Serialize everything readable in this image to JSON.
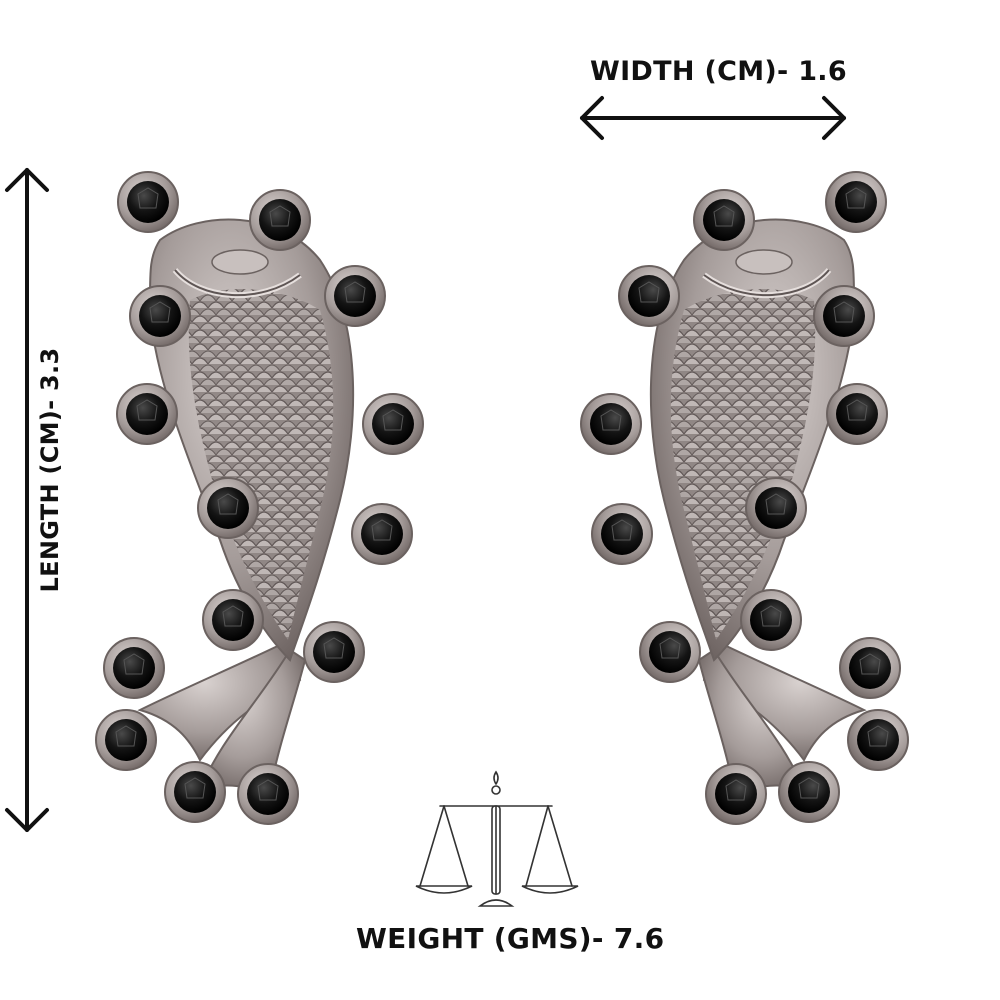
{
  "measurements": {
    "width_label": "WIDTH (CM)- 1.6",
    "length_label": "LENGTH (CM)- 3.3",
    "weight_label": "WEIGHT (GMS)- 7.6"
  },
  "icons": {
    "scale": "balance-scale-icon",
    "width_arrow": "double-arrow-horizontal-icon",
    "length_arrow": "double-arrow-vertical-icon"
  },
  "colors": {
    "background": "#ffffff",
    "text": "#111111",
    "metal": "#a59c9a",
    "metal_dark": "#6f6563",
    "stone": "#111111"
  }
}
